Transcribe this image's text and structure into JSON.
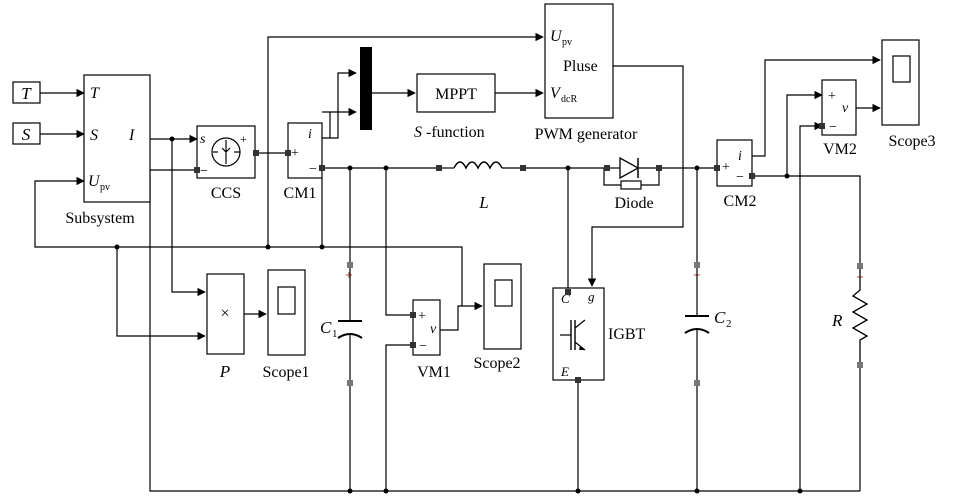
{
  "labels": {
    "T": "T",
    "S": "S",
    "subsystem_in_T": "T",
    "subsystem_in_S": "S",
    "subsystem_in_Upv": "U",
    "subsystem_in_Upv_sub": "pv",
    "subsystem_out_I": "I",
    "subsystem": "Subsystem",
    "ccs_port": "s",
    "ccs": "CCS",
    "cm1_port": "i",
    "cm1": "CM1",
    "mppt": "MPPT",
    "sfunction_s": "S",
    "sfunction_rest": "-function",
    "pwm_in_Upv": "U",
    "pwm_in_Upv_sub": "pv",
    "pwm_out": "Pluse",
    "pwm_in_Vdcr": "V",
    "pwm_in_Vdcr_sub": "dcR",
    "pwm": "PWM generator",
    "inductor": "L",
    "diode": "Diode",
    "cm2_port": "i",
    "cm2": "CM2",
    "vm2_port": "v",
    "vm2": "VM2",
    "scope3": "Scope3",
    "product_sign": "×",
    "product": "P",
    "scope1": "Scope1",
    "c1": "C",
    "c1_sub": "1",
    "vm1_port": "v",
    "vm1": "VM1",
    "scope2": "Scope2",
    "igbt_c": "C",
    "igbt_g": "g",
    "igbt_e": "E",
    "igbt": "IGBT",
    "c2": "C",
    "c2_sub": "2",
    "r": "R",
    "plus": "+",
    "minus": "−"
  }
}
